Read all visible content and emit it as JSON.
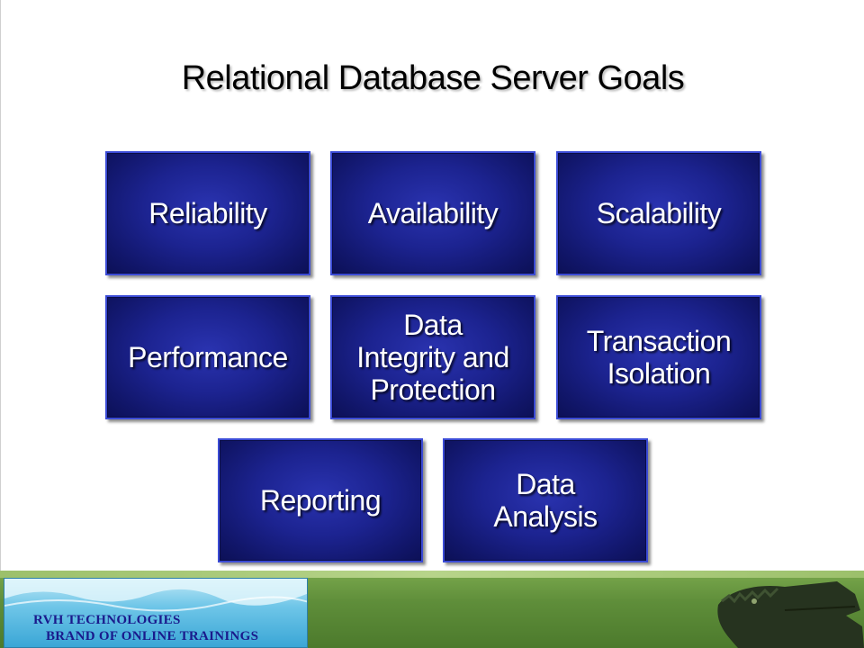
{
  "slide": {
    "title": "Relational Database Server Goals",
    "tiles": [
      {
        "label": "Reliability"
      },
      {
        "label": "Availability"
      },
      {
        "label": "Scalability"
      },
      {
        "label": "Performance"
      },
      {
        "label": "Data\nIntegrity and\nProtection"
      },
      {
        "label": "Transaction\nIsolation"
      },
      {
        "label": "Reporting"
      },
      {
        "label": "Data\nAnalysis"
      }
    ],
    "colors": {
      "tile_fill": "#1c2390",
      "tile_border": "#3b4bd6",
      "banner_green": "#5f8e3a",
      "brand_text": "#1a1a8c"
    }
  },
  "footer": {
    "brand_line1": "RVH TECHNOLOGIES",
    "brand_line2": "BRAND OF ONLINE TRAININGS",
    "mascot_icon": "crocodile-icon"
  }
}
